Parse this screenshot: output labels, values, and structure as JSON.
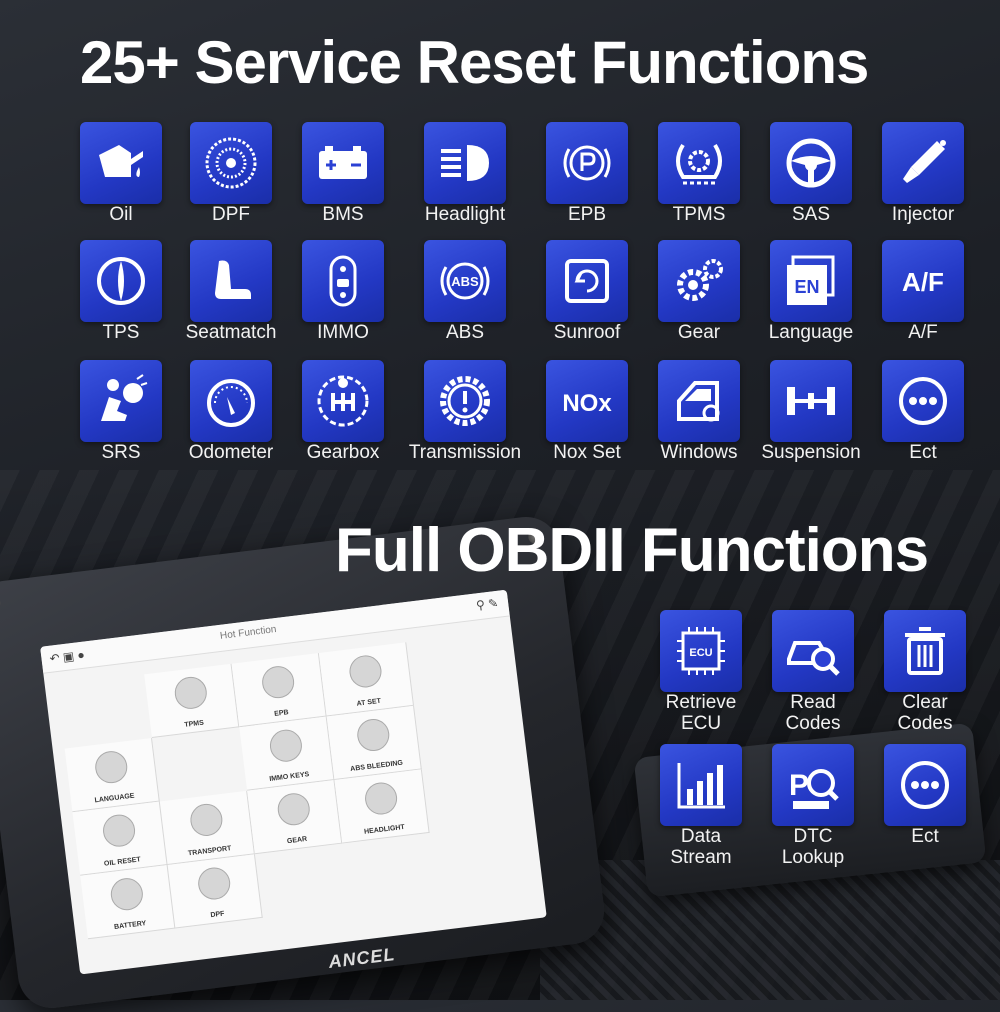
{
  "title_main": "25+ Service Reset Functions",
  "title_obd": "Full OBDII Functions",
  "service_functions": [
    {
      "label": "Oil",
      "icon": "oil-can-icon"
    },
    {
      "label": "DPF",
      "icon": "dpf-filter-icon"
    },
    {
      "label": "BMS",
      "icon": "battery-icon"
    },
    {
      "label": "Headlight",
      "icon": "headlight-icon"
    },
    {
      "label": "EPB",
      "icon": "parking-brake-icon"
    },
    {
      "label": "TPMS",
      "icon": "tire-pressure-icon"
    },
    {
      "label": "SAS",
      "icon": "steering-wheel-icon"
    },
    {
      "label": "Injector",
      "icon": "injector-icon"
    },
    {
      "label": "TPS",
      "icon": "throttle-icon"
    },
    {
      "label": "Seatmatch",
      "icon": "seat-icon"
    },
    {
      "label": "IMMO",
      "icon": "key-fob-icon"
    },
    {
      "label": "ABS",
      "icon": "abs-icon"
    },
    {
      "label": "Sunroof",
      "icon": "sunroof-icon"
    },
    {
      "label": "Gear",
      "icon": "gears-icon"
    },
    {
      "label": "Language",
      "icon": "language-icon"
    },
    {
      "label": "A/F",
      "icon": "air-fuel-icon"
    },
    {
      "label": "SRS",
      "icon": "airbag-icon"
    },
    {
      "label": "Odometer",
      "icon": "odometer-icon"
    },
    {
      "label": "Gearbox",
      "icon": "gearbox-icon"
    },
    {
      "label": "Transmission",
      "icon": "transmission-warning-icon"
    },
    {
      "label": "Nox Set",
      "icon": "nox-icon"
    },
    {
      "label": "Windows",
      "icon": "window-icon"
    },
    {
      "label": "Suspension",
      "icon": "suspension-icon"
    },
    {
      "label": "Ect",
      "icon": "more-icon"
    }
  ],
  "icon_text": {
    "language": "EN",
    "air_fuel": "A/F",
    "abs": "ABS",
    "nox": "NOx",
    "ecu": "ECU"
  },
  "obd_functions": [
    {
      "label_1": "Retrieve",
      "label_2": "ECU",
      "icon": "ecu-icon"
    },
    {
      "label_1": "Read",
      "label_2": "Codes",
      "icon": "read-codes-icon"
    },
    {
      "label_1": "Clear",
      "label_2": "Codes",
      "icon": "trash-icon"
    },
    {
      "label_1": "Data",
      "label_2": "Stream",
      "icon": "bar-chart-icon"
    },
    {
      "label_1": "DTC",
      "label_2": "Lookup",
      "icon": "dtc-lookup-icon"
    },
    {
      "label_1": "Ect",
      "label_2": "",
      "icon": "more-icon"
    }
  ],
  "device": {
    "brand": "ANCEL",
    "screen_title": "Hot Function",
    "tiles": [
      "TPMS",
      "EPB",
      "AT SET",
      "LANGUAGE",
      "IMMO KEYS",
      "ABS BLEEDING",
      "TRANSPORT",
      "GEAR",
      "HEADLIGHT",
      "OIL RESET",
      "DPF",
      "BATTERY"
    ]
  },
  "colors": {
    "tile_blue": "#2b41d4",
    "background": "#1d2026",
    "text": "#ffffff"
  }
}
